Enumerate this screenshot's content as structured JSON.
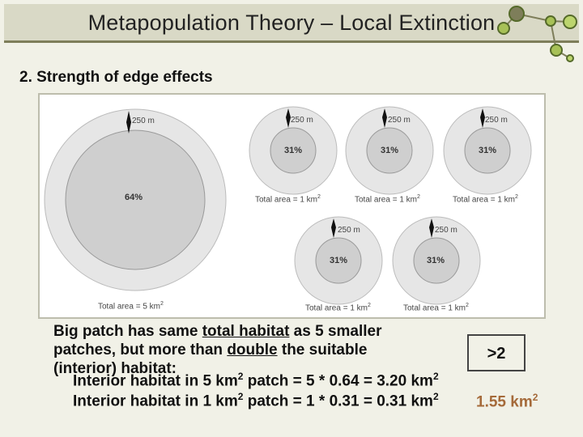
{
  "title": "Metapopulation Theory – Local Extinction",
  "subtitle": "2.  Strength of edge effects",
  "figure": {
    "big": {
      "edge_label": "250 m",
      "interior_pct": "64%",
      "total_area": "Total area = 5 km",
      "total_sup": "2"
    },
    "small": [
      {
        "edge_label": "250 m",
        "interior_pct": "31%",
        "total_area": "Total area = 1 km",
        "total_sup": "2"
      },
      {
        "edge_label": "250 m",
        "interior_pct": "31%",
        "total_area": "Total area = 1 km",
        "total_sup": "2"
      },
      {
        "edge_label": "250 m",
        "interior_pct": "31%",
        "total_area": "Total area = 1 km",
        "total_sup": "2"
      },
      {
        "edge_label": "250 m",
        "interior_pct": "31%",
        "total_area": "Total area = 1 km",
        "total_sup": "2"
      },
      {
        "edge_label": "250 m",
        "interior_pct": "31%",
        "total_area": "Total area = 1 km",
        "total_sup": "2"
      }
    ]
  },
  "body": {
    "p1": "Big patch has same ",
    "p1_u": "total habitat",
    "p2": " as 5 smaller patches, but more than ",
    "p2_u": "double",
    "p3": " the suitable (interior) habitat:"
  },
  "gt_box": ">2",
  "eq1": {
    "a": "Interior habitat in 5 km",
    "sup": "2",
    "b": " patch = 5 * 0.64 = 3.20 km",
    "sup2": "2"
  },
  "eq2": {
    "a": "Interior habitat in 1 km",
    "sup": "2",
    "b": " patch = 1 * 0.31 = 0.31 km",
    "sup2": "2"
  },
  "ghost_eq": {
    "text": "1.55 km",
    "sup": "2"
  },
  "colors": {
    "title_bar": "#d9d9c6",
    "accent": "#7e7e5a",
    "green_deco": "#7fa33c",
    "ghost": "#a56a3a"
  }
}
